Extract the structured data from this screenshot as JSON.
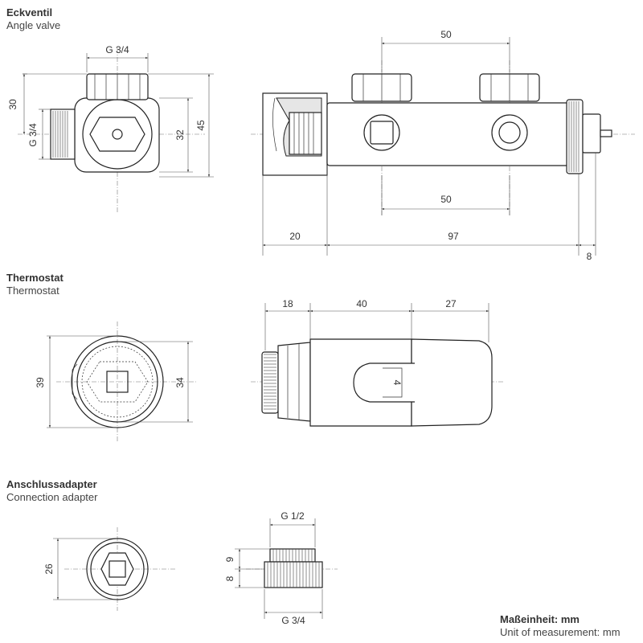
{
  "sections": {
    "angle_valve": {
      "title": "Eckventil",
      "subtitle": "Angle valve"
    },
    "thermostat": {
      "title": "Thermostat",
      "subtitle": "Thermostat"
    },
    "connection_adapter": {
      "title": "Anschlussadapter",
      "subtitle": "Connection adapter"
    }
  },
  "dimensions": {
    "angle_valve_front": {
      "top_thread": "G 3/4",
      "side_thread": "G 3/4",
      "d30": "30",
      "d32": "32",
      "d45": "45"
    },
    "angle_valve_side": {
      "top50": "50",
      "bottom50": "50",
      "d20": "20",
      "d97": "97",
      "d8": "8"
    },
    "thermostat_front": {
      "d39": "39",
      "d34": "34"
    },
    "thermostat_side": {
      "d18": "18",
      "d40": "40",
      "d27": "27",
      "marker": "4"
    },
    "adapter_front": {
      "d26": "26"
    },
    "adapter_side": {
      "top_thread": "G 1/2",
      "bottom_thread": "G 3/4",
      "d9": "9",
      "d8": "8"
    }
  },
  "footer": {
    "unit_de_label": "Maßeinheit: mm",
    "unit_en_label": "Unit of measurement: mm"
  }
}
